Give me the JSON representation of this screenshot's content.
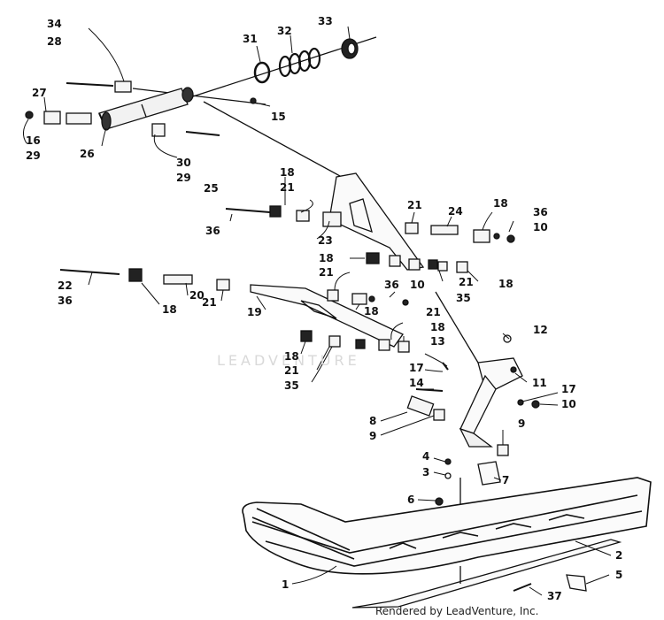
{
  "watermark": "LEADVENTURE",
  "footer": "Rendered by LeadVenture, Inc.",
  "callouts": {
    "c34": "34",
    "c28": "28",
    "c31": "31",
    "c32": "32",
    "c33": "33",
    "c27": "27",
    "c15": "15",
    "c16": "16",
    "c29a": "29",
    "c26": "26",
    "c30": "30",
    "c29b": "29",
    "c18a": "18",
    "c21a": "21",
    "c25": "25",
    "c36a": "36",
    "c23": "23",
    "c21b": "21",
    "c24": "24",
    "c18b": "18",
    "c36b": "36",
    "c10a": "10",
    "c18c": "18",
    "c21c": "21",
    "c22": "22",
    "c36c": "36",
    "c20": "20",
    "c18d": "18",
    "c21d": "21",
    "c19": "19",
    "c36d": "36",
    "c10b": "10",
    "c18e": "18",
    "c21e": "21",
    "c35a": "35",
    "c18f": "18",
    "c21f": "21",
    "c18g": "18",
    "c13": "13",
    "c18h": "18",
    "c21g": "21",
    "c35b": "35",
    "c12": "12",
    "c17a": "17",
    "c14": "14",
    "c11": "11",
    "c17b": "17",
    "c10c": "10",
    "c8": "8",
    "c9a": "9",
    "c9b": "9",
    "c4": "4",
    "c3": "3",
    "c7": "7",
    "c6": "6",
    "c2": "2",
    "c1": "1",
    "c5": "5",
    "c37": "37"
  }
}
